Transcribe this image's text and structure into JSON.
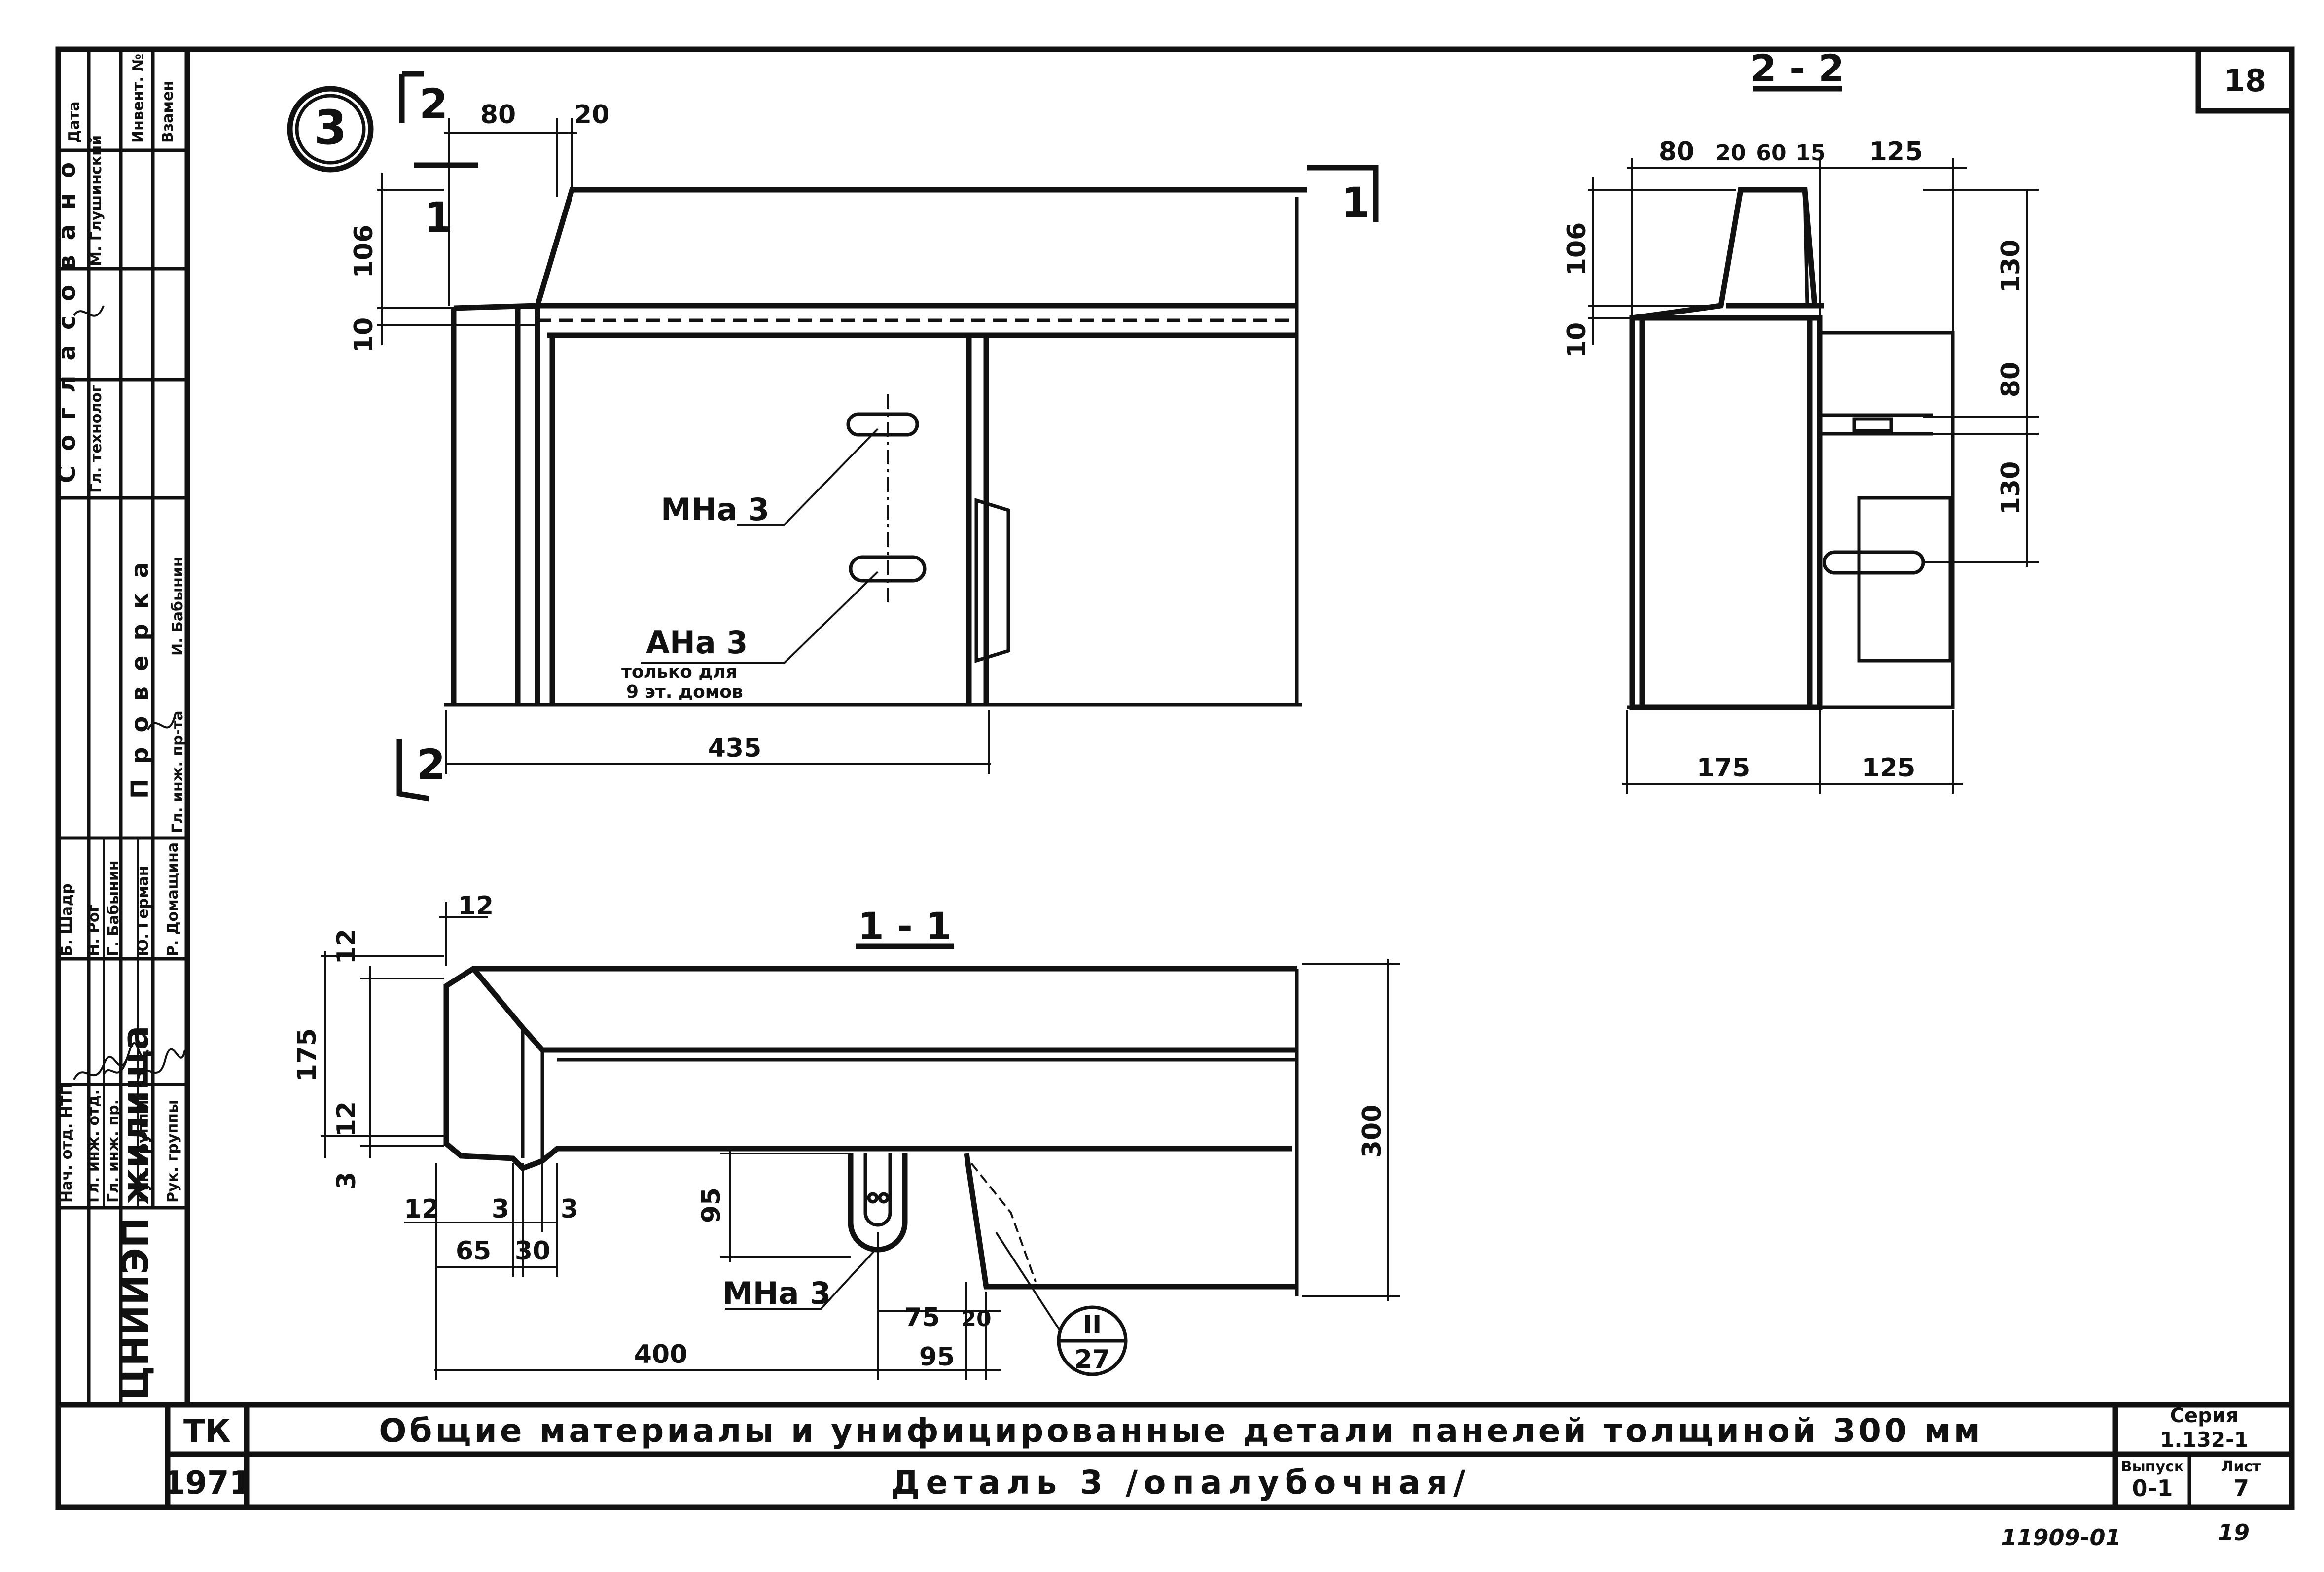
{
  "sheet": {
    "number": "18",
    "organization": "ЦНИИЭП жилища",
    "code": "ТК",
    "year": "1971",
    "title_main": "Общие материалы и унифицированные детали панелей толщиной 300 мм",
    "title_sub": "Деталь 3 /опалубочная/",
    "series_label": "Серия",
    "series_value": "1.132-1",
    "issue_label": "Выпуск",
    "issue_value": "0-1",
    "sheet_label": "Лист",
    "sheet_value": "7",
    "footer_number": "11909-01",
    "footer_page": "19"
  },
  "detail": {
    "number": "3"
  },
  "sections": {
    "s22": "2 - 2",
    "s11": "1 - 1",
    "cut2": "2",
    "cut1": "1"
  },
  "labels": {
    "mna3": "МНа 3",
    "ana3": "АНа 3",
    "note1": "только для",
    "note2": "9 эт. домов",
    "ref_top": "II",
    "ref_bottom": "27"
  },
  "dims": {
    "elev": [
      "80",
      "20",
      "106",
      "10",
      "435"
    ],
    "s22": [
      "80",
      "20",
      "60",
      "15",
      "125",
      "106",
      "10",
      "130",
      "80",
      "130",
      "175",
      "125"
    ],
    "s11": [
      "12",
      "12",
      "175",
      "12",
      "3",
      "300",
      "95",
      "12",
      "3",
      "3",
      "65",
      "30",
      "75",
      "20",
      "400",
      "95"
    ]
  },
  "stamp": {
    "approved_header": "Согласовано",
    "checked_header": "Проверка",
    "col_date": "Дата",
    "col_inv": "Инвент. №",
    "col_replace": "Взамен",
    "roles": [
      "Нач. отд. НТП",
      "Гл. инж. отд.",
      "Гл. инж. пр.",
      "Рук. группы",
      "Рук. группы"
    ],
    "names": [
      "Б. Шадр",
      "Н. Рог",
      "Г. Бабынин",
      "Ю. Герман",
      "Р. Домащина"
    ],
    "approvers": [
      "Гл. технолог",
      "М. Глушинский"
    ],
    "checkers": [
      "Гл. инж. пр-та",
      "И. Бабынин"
    ]
  }
}
